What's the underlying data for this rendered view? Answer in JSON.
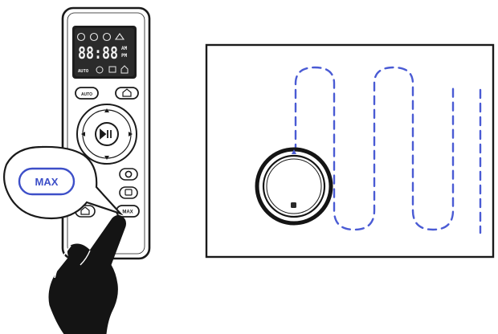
{
  "remote": {
    "display": {
      "time": "88:88",
      "am_label": "AM",
      "pm_label": "PM",
      "auto_label": "AUTO",
      "top_icons": [
        "clock-icon",
        "fan-icon",
        "brush-icon",
        "home-icon"
      ],
      "bottom_icons": [
        "timer-icon",
        "spot-icon",
        "house-icon"
      ]
    },
    "buttons": {
      "auto_label": "AUTO",
      "max_label": "MAX"
    }
  },
  "callout": {
    "label": "MAX"
  },
  "colors": {
    "path": "#4a5bd4",
    "outline": "#1a1a1a",
    "lcd": "#2a2a2a"
  },
  "icons": [
    "home-icon",
    "play-pause-icon",
    "arrow-up-icon",
    "arrow-down-icon",
    "arrow-left-icon",
    "arrow-right-icon",
    "settings-icon",
    "edge-icon",
    "room-icon",
    "hand-pointer-icon",
    "robot-vacuum-icon"
  ]
}
